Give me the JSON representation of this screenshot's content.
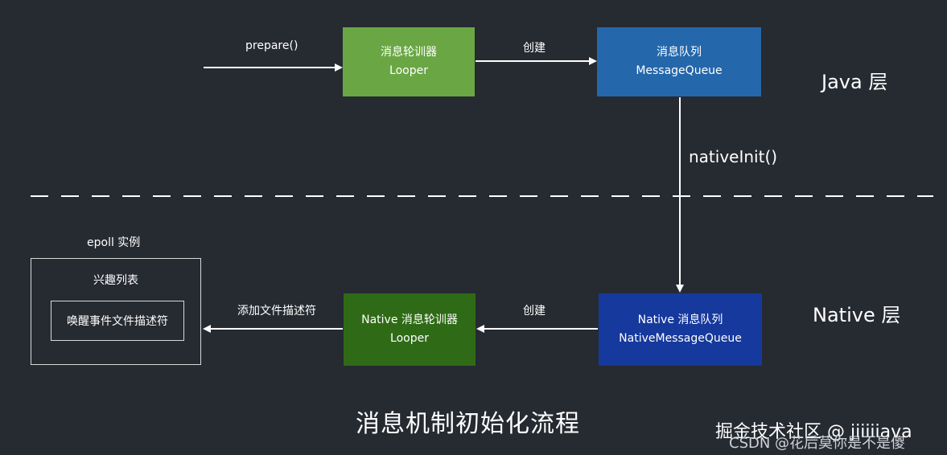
{
  "nodes": {
    "java_looper": {
      "line1": "消息轮训器",
      "line2": "Looper",
      "color": "#6aa744"
    },
    "java_queue": {
      "line1": "消息队列",
      "line2": "MessageQueue",
      "color": "#2467ab"
    },
    "native_looper": {
      "line1": "Native 消息轮训器",
      "line2": "Looper",
      "color": "#2f6b16"
    },
    "native_queue": {
      "line1": "Native 消息队列",
      "line2": "NativeMessageQueue",
      "color": "#16399d"
    },
    "epoll": {
      "caption": "epoll 实例",
      "title": "兴趣列表",
      "inner": "唤醒事件文件描述符"
    }
  },
  "edges": {
    "prepare": "prepare()",
    "create_top": "创建",
    "native_init": "nativeInit()",
    "create_bottom": "创建",
    "add_fd": "添加文件描述符"
  },
  "layers": {
    "java": "Java 层",
    "native": "Native 层"
  },
  "title": "消息机制初始化流程",
  "watermarks": {
    "juejin": "掘金技术社区 @ jiiiiiava",
    "csdn": "CSDN @花后莫你是不是傻"
  }
}
